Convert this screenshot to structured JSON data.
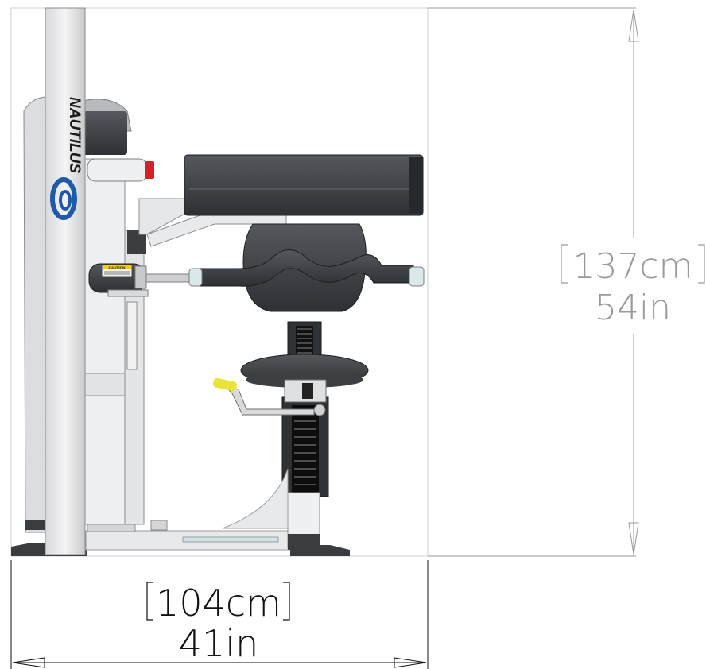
{
  "brand": {
    "name": "NAUTILUS"
  },
  "caution_label": {
    "title": "CAUTION"
  },
  "dimensions": {
    "height": {
      "metric": "137cm",
      "imperial": "54in"
    },
    "width": {
      "metric": "104cm",
      "imperial": "41in"
    }
  },
  "colors": {
    "frame": "#e9eaec",
    "pad": "#3f4245",
    "accent_red": "#d62027",
    "handle_yellow": "#e8e43a",
    "brand_blue": "#1e5aa8",
    "dimension_line": "#9a9a9a"
  }
}
